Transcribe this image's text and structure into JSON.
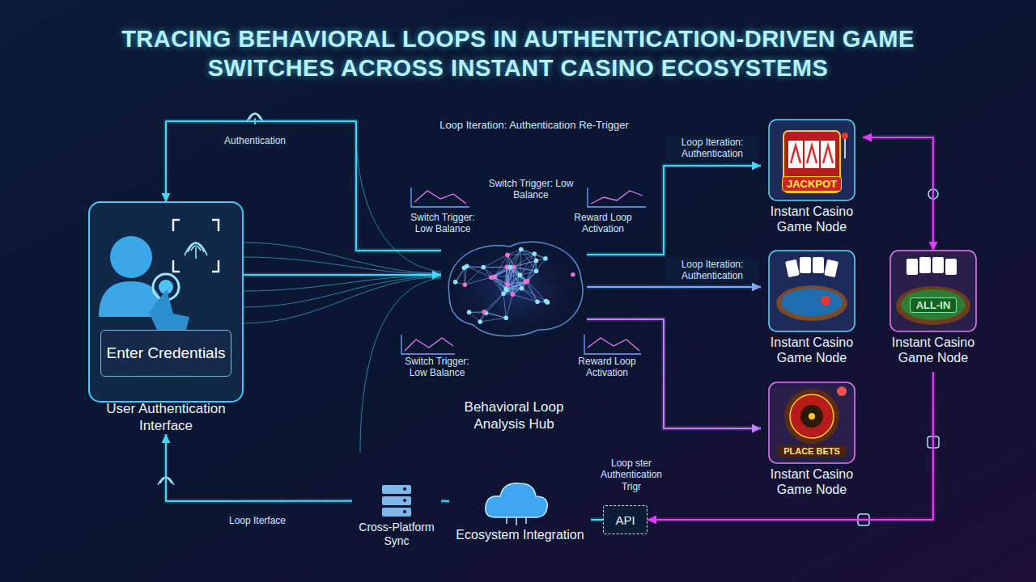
{
  "diagram": {
    "title": "TRACING BEHAVIORAL LOOPS IN AUTHENTICATION-DRIVEN GAME SWITCHES ACROSS INSTANT CASINO ECOSYSTEMS",
    "nodes": [
      {
        "text": [
          "User Authentication Interface"
        ]
      },
      {
        "text": [
          "Enter Credentials"
        ],
        "in": 0
      },
      {
        "text": [
          "Behavioral Loop Analysis Hub"
        ]
      },
      {
        "text": [
          "JACKPOT",
          "Instant Casino Game Node"
        ]
      },
      {
        "text": [
          "Instant Casino Game Node"
        ]
      },
      {
        "text": [
          "PLACE BETS",
          "Instant Casino Game Node"
        ]
      },
      {
        "text": [
          "ALL-IN",
          "Instant Casino Game Node"
        ]
      },
      {
        "text": [
          "Cross-Platform Sync"
        ]
      },
      {
        "text": [
          "Ecosystem Integration"
        ]
      },
      {
        "text": [
          "API"
        ]
      }
    ],
    "edges": [
      {
        "from": 0,
        "to": 2,
        "arrow": "to"
      },
      {
        "from": 2,
        "to": 0,
        "label": "Authentication",
        "arrow": "to"
      },
      {
        "from": 2,
        "to": 3,
        "label": "Loop Iteration: Authentication",
        "arrow": "to"
      },
      {
        "from": 2,
        "to": 4,
        "label": "Loop Iteration: Authentication",
        "arrow": "to"
      },
      {
        "from": 2,
        "to": 5,
        "arrow": "to"
      },
      {
        "from": 3,
        "to": 6,
        "arrow": "both"
      },
      {
        "from": 6,
        "to": 9,
        "arrow": "to"
      },
      {
        "from": 9,
        "to": 8,
        "arrow": "none"
      },
      {
        "from": 8,
        "to": 7,
        "arrow": "none"
      },
      {
        "from": 7,
        "to": 0,
        "label": "Loop Iterface",
        "arrow": "to"
      }
    ],
    "labels": [
      "Loop Iteration: Authentication Re-Trigger",
      "Switch Trigger: Low Balance",
      "Switch Trigger: Low Balance",
      "Reward Loop Activation",
      "Switch Trigger: Low Balance",
      "Reward Loop Activation",
      "Loop ster Authentication Trigr"
    ]
  }
}
